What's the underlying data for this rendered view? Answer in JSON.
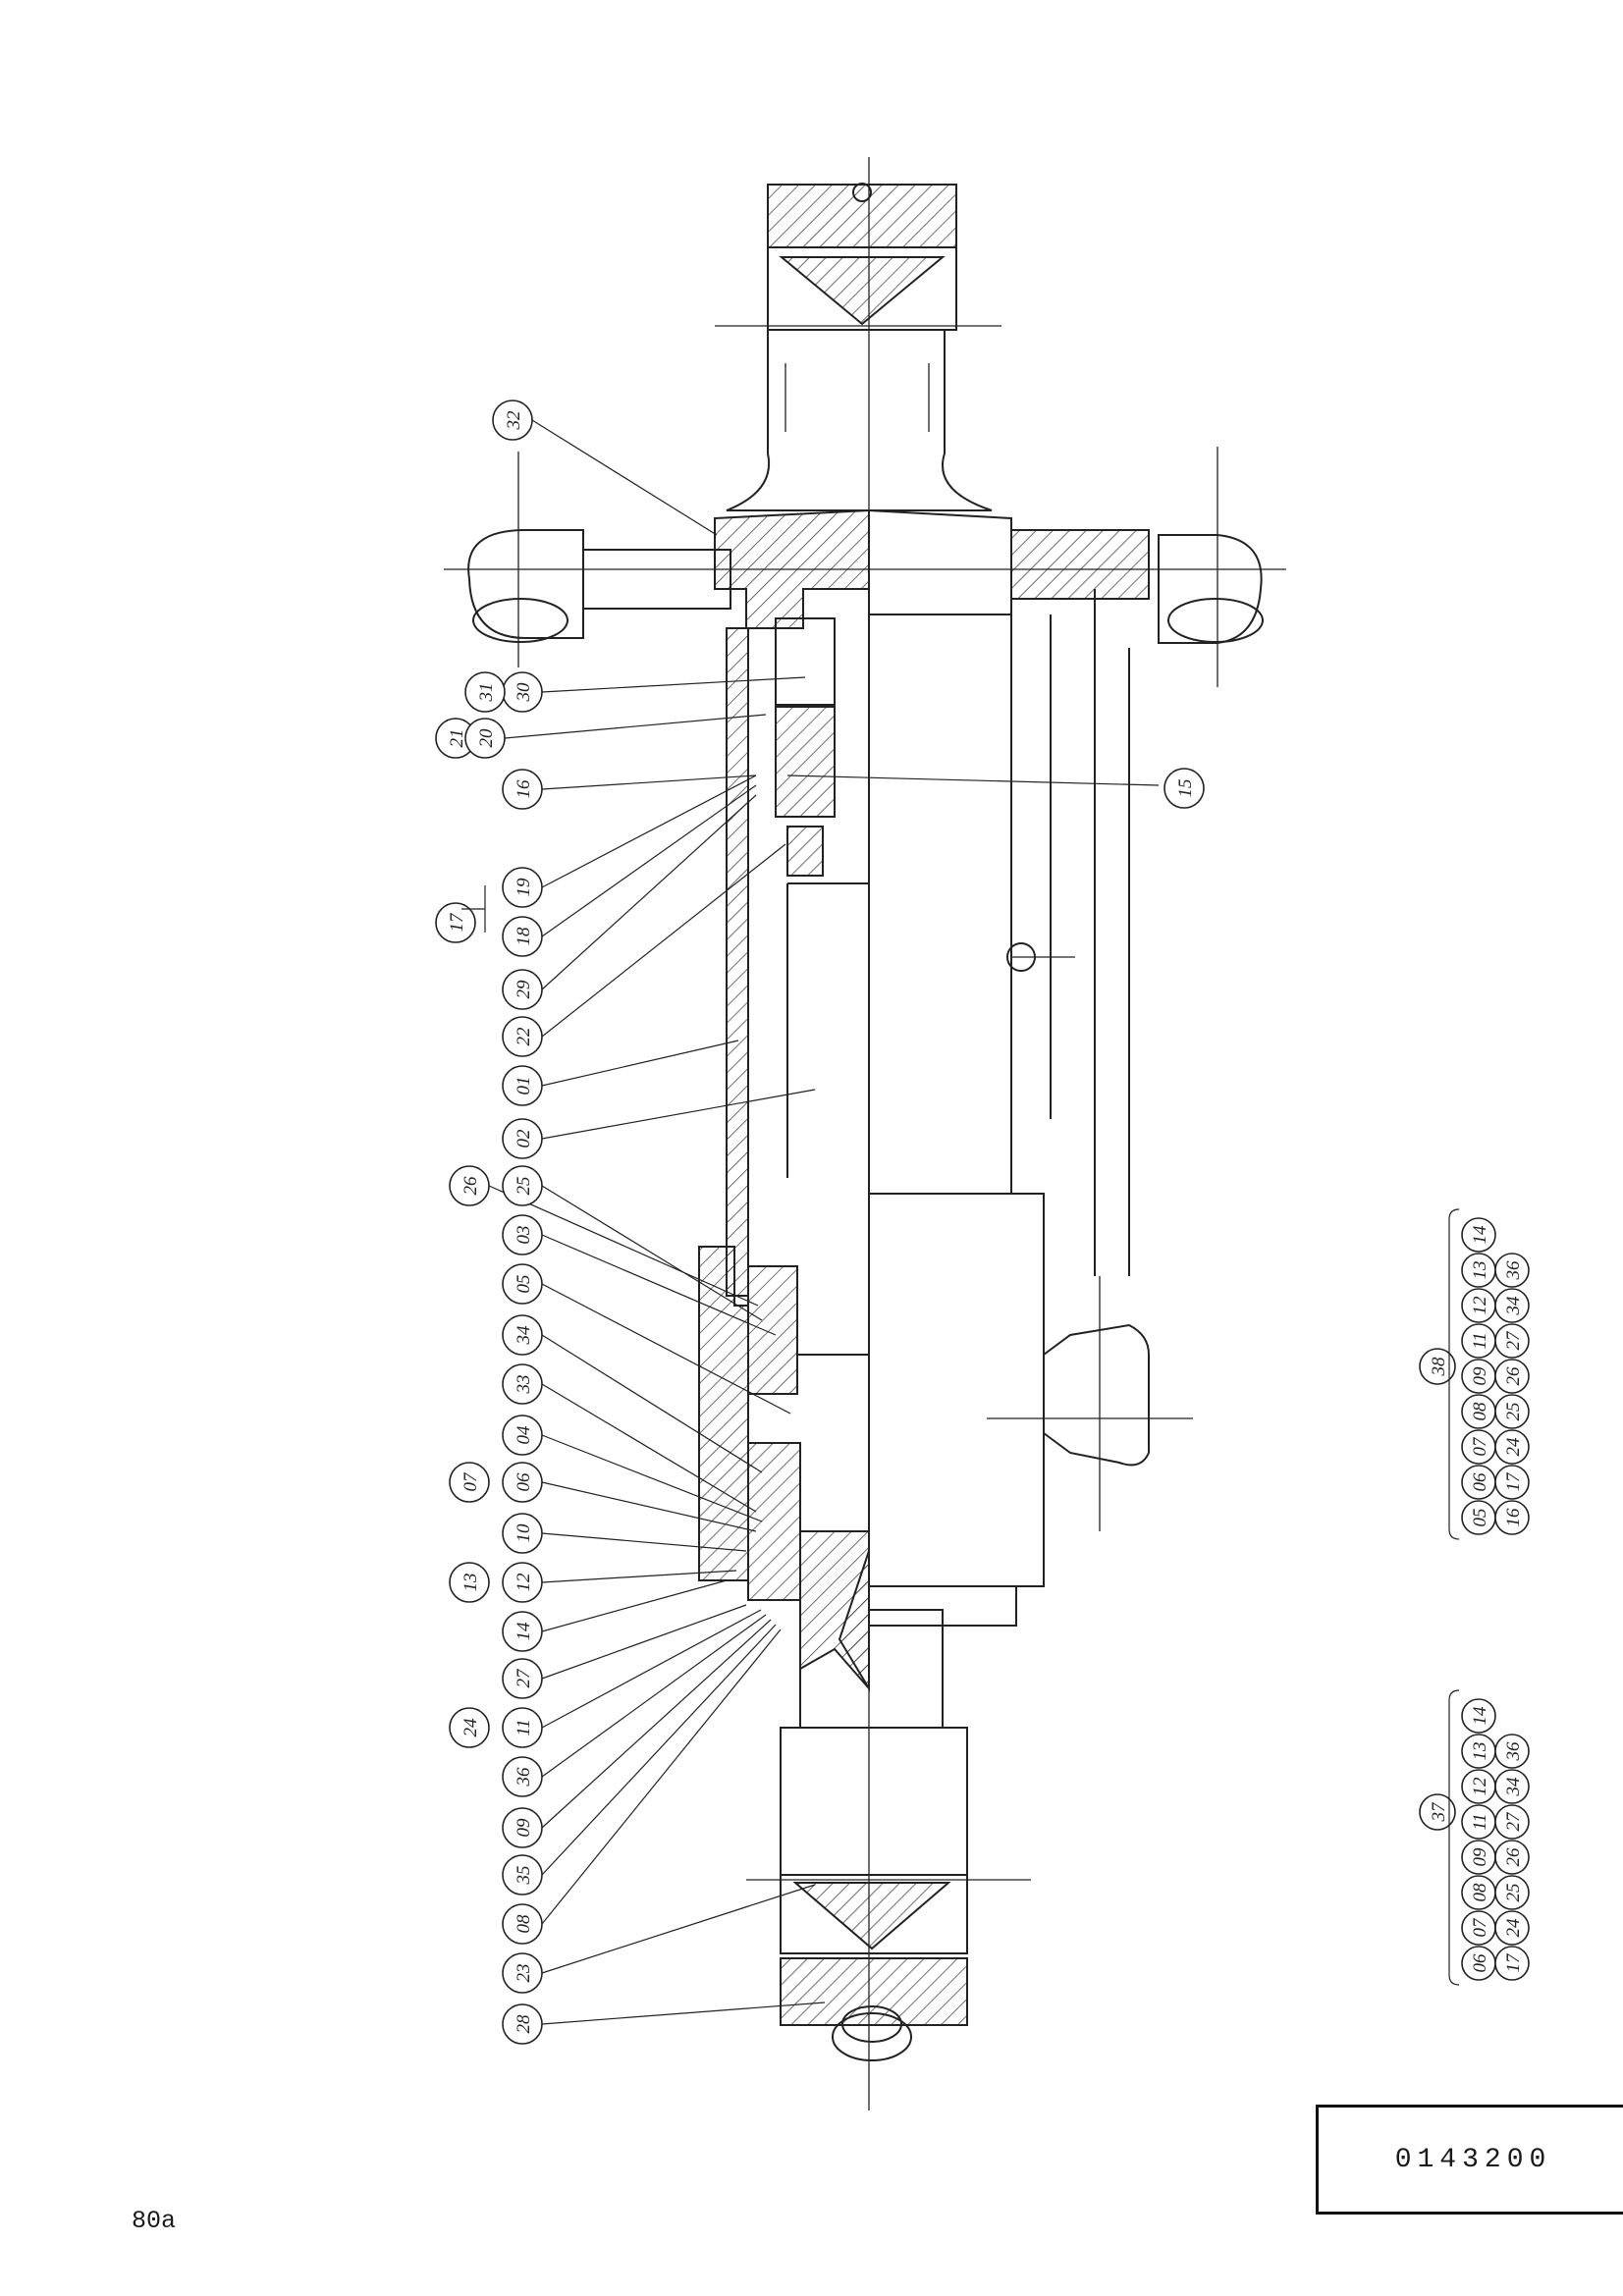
{
  "drawing_number": "0143200",
  "page_label": "80a",
  "balloons_left": [
    "32",
    "30",
    "31",
    "21",
    "20",
    "16",
    "17",
    "19",
    "18",
    "29",
    "22",
    "01",
    "02",
    "26",
    "25",
    "03",
    "05",
    "34",
    "33",
    "04",
    "07",
    "06",
    "10",
    "13",
    "12",
    "14",
    "27",
    "24",
    "11",
    "36",
    "09",
    "35",
    "08",
    "23",
    "28"
  ],
  "balloon_right": "15",
  "kit_38": {
    "id": "38",
    "row_a": [
      "05",
      "06",
      "07",
      "08",
      "09",
      "11",
      "12",
      "13",
      "14"
    ],
    "row_b": [
      "16",
      "17",
      "24",
      "25",
      "26",
      "27",
      "34",
      "36"
    ]
  },
  "kit_37": {
    "id": "37",
    "row_a": [
      "06",
      "07",
      "08",
      "09",
      "11",
      "12",
      "13",
      "14"
    ],
    "row_b": [
      "17",
      "24",
      "25",
      "26",
      "27",
      "34",
      "36"
    ]
  }
}
